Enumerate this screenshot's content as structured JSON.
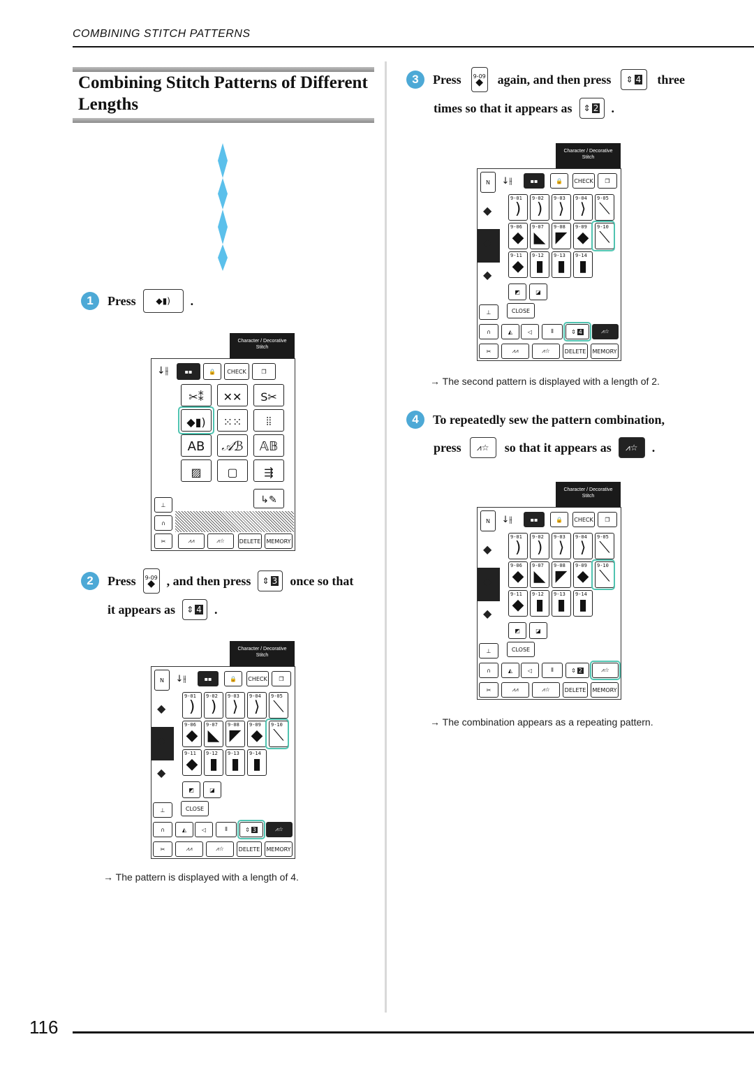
{
  "header": {
    "section": "COMBINING STITCH PATTERNS"
  },
  "title": "Combining Stitch Patterns of Different Lengths",
  "page_number": "116",
  "steps": [
    {
      "num": "1",
      "text_a": "Press",
      "text_b": "."
    },
    {
      "num": "2",
      "text_a": "Press",
      "text_b": ", and then press",
      "text_c": "once so that",
      "text_d": "it appears as",
      "text_e": ".",
      "key_code": "9-09",
      "size_from": "3",
      "size_to": "4",
      "note": "The pattern is displayed with a length of 4."
    },
    {
      "num": "3",
      "text_a": "Press",
      "text_b": "again, and then press",
      "text_c": "three",
      "text_d": "times so that it appears as",
      "text_e": ".",
      "key_code": "9-09",
      "size_from": "4",
      "size_to": "2",
      "note": "The second pattern is displayed with a length of 2."
    },
    {
      "num": "4",
      "text_a": "To repeatedly sew the pattern combination,",
      "text_b": "press",
      "text_c": "so that it appears as",
      "text_d": ".",
      "note": "The combination appears as a repeating pattern."
    }
  ],
  "note_arrow": "→",
  "screen": {
    "tab_line1": "Character / Decorative",
    "tab_line2": "Stitch",
    "check": "CHECK",
    "close": "CLOSE",
    "delete": "DELETE",
    "memory": "MEMORY",
    "codes": [
      "9-01",
      "9-02",
      "9-03",
      "9-04",
      "9-05",
      "9-06",
      "9-07",
      "9-08",
      "9-09",
      "9-10",
      "9-11",
      "9-12",
      "9-13",
      "9-14"
    ],
    "size_labels": [
      "3",
      "4",
      "2"
    ]
  }
}
